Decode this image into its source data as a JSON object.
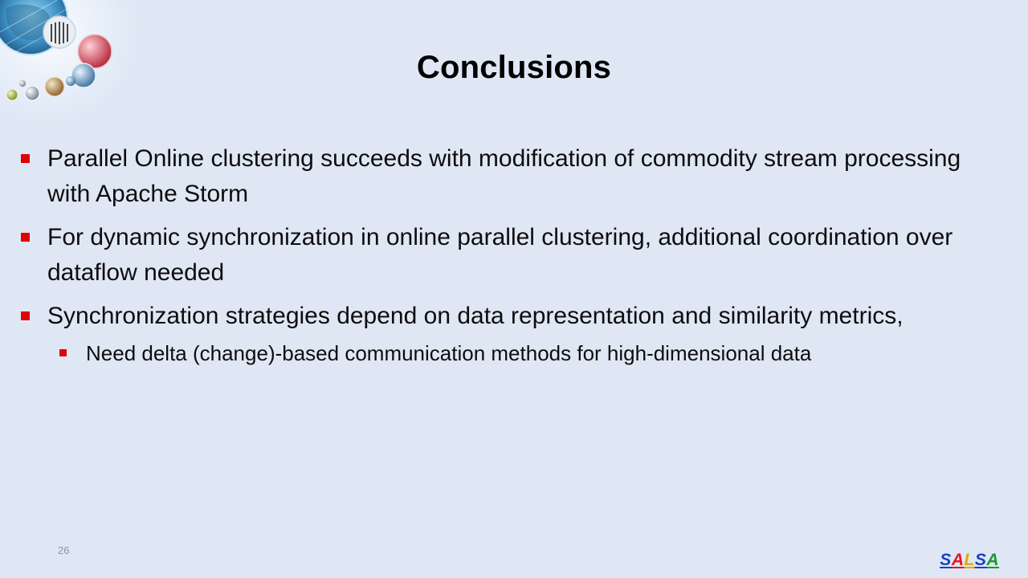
{
  "slide": {
    "title": "Conclusions",
    "bullets": [
      {
        "text": "Parallel Online clustering succeeds with modification of commodity stream processing with Apache Storm"
      },
      {
        "text": "For dynamic synchronization in online parallel clustering, additional coordination over dataflow needed"
      },
      {
        "text": "Synchronization strategies depend on data representation and similarity metrics,"
      }
    ],
    "sub_bullets": [
      {
        "text": "Need delta (change)-based communication methods for high-dimensional data"
      }
    ],
    "page_number": "26",
    "logo": {
      "letters": [
        "S",
        "A",
        "L",
        "S",
        "A"
      ],
      "colors": [
        "#1a3fc4",
        "#e8101e",
        "#e0a800",
        "#1a3fc4",
        "#1b9a2a"
      ]
    }
  },
  "colors": {
    "background": "#dfe7f5",
    "bullet_marker": "#e00000",
    "text": "#0d0d0d"
  },
  "icons": {
    "decoration": "globe-bubbles-decoration",
    "bullet": "square-bullet-icon"
  }
}
